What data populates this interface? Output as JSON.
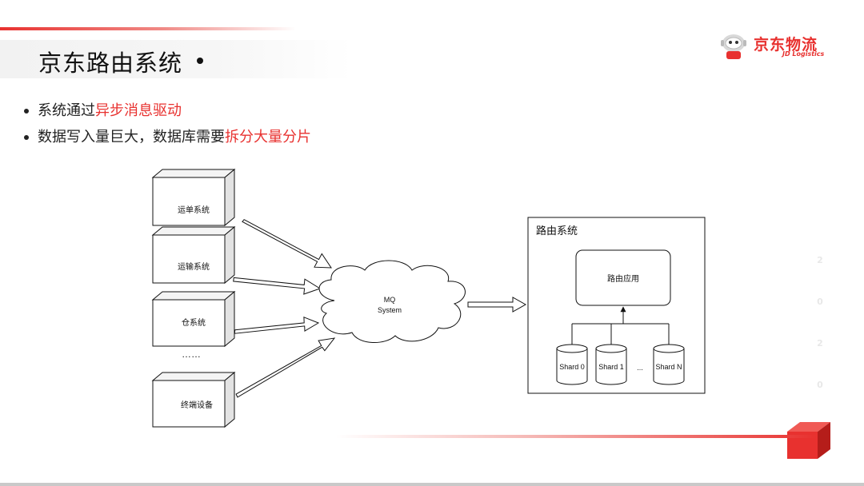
{
  "slide": {
    "title": "京东路由系统",
    "brand": {
      "cn": "京东物流",
      "en": "JD Logistics",
      "color": "#e8312f"
    },
    "watermark": {
      "year": [
        "2",
        "0",
        "2",
        "0"
      ]
    }
  },
  "bullets": [
    {
      "text": "系统通过",
      "highlight": "异步消息驱动"
    },
    {
      "text": "数据写入量巨大，数据库需要",
      "highlight": "拆分大量分片"
    }
  ],
  "diagram": {
    "sources": [
      "运单系统",
      "运输系统",
      "仓系统",
      "终端设备"
    ],
    "ellipsis": "……",
    "mq": {
      "line1": "MQ",
      "line2": "System"
    },
    "routing_box": {
      "title": "路由系统",
      "app": "路由应用"
    },
    "shards": [
      "Shard 0",
      "Shard 1",
      "Shard N"
    ],
    "shard_ellipsis": "..."
  }
}
